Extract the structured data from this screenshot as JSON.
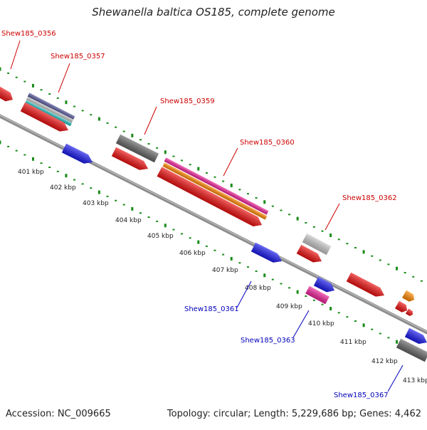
{
  "title": "Shewanella baltica OS185, complete genome",
  "footer": {
    "accession": "Accession: NC_009665",
    "summary": "Topology: circular; Length: 5,229,686 bp; Genes: 4,462"
  },
  "colors": {
    "forward_label": "#cc0000",
    "reverse_label": "#0000bb",
    "backbone": "#8c8c8c",
    "tick": "#1a8c1a",
    "red": "#ee1111",
    "blue": "#1a1aee",
    "gray": "#666666",
    "light_gray": "#c8c8c8",
    "pink": "#ee2299",
    "orange": "#ff8800",
    "teal": "#22bbbb",
    "purple": "#555599"
  },
  "ruler_labels": [
    "401 kbp",
    "402 kbp",
    "403 kbp",
    "404 kbp",
    "405 kbp",
    "406 kbp",
    "407 kbp",
    "408 kbp",
    "409 kbp",
    "410 kbp",
    "411 kbp",
    "412 kbp",
    "413 kbp"
  ],
  "gene_labels": [
    {
      "text": "Shew185_0356",
      "strand": "forward"
    },
    {
      "text": "Shew185_0357",
      "strand": "forward"
    },
    {
      "text": "Shew185_0359",
      "strand": "forward"
    },
    {
      "text": "Shew185_0360",
      "strand": "forward"
    },
    {
      "text": "Shew185_0362",
      "strand": "forward"
    },
    {
      "text": "Shew185_0361",
      "strand": "reverse"
    },
    {
      "text": "Shew185_0363",
      "strand": "reverse"
    },
    {
      "text": "Shew185_0367",
      "strand": "reverse"
    }
  ]
}
